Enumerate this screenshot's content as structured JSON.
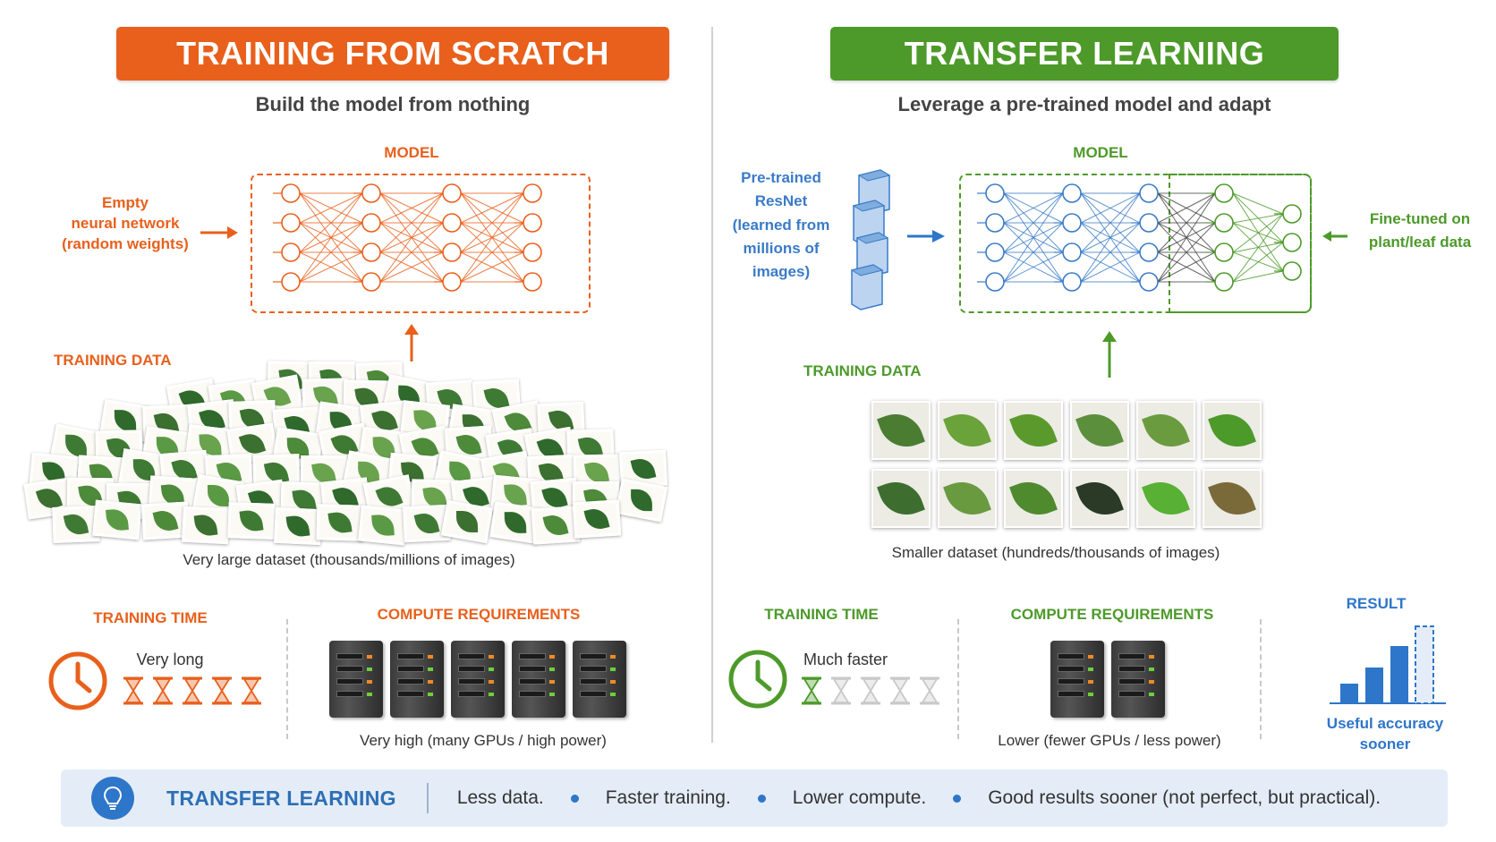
{
  "left": {
    "banner": "TRAINING FROM SCRATCH",
    "subtitle": "Build the model from nothing",
    "model_label": "MODEL",
    "empty_net_label": [
      "Empty",
      "neural network",
      "(random weights)"
    ],
    "training_data_label": "TRAINING DATA",
    "dataset_caption": "Very large dataset (thousands/millions of images)",
    "time_label": "TRAINING TIME",
    "time_value": "Very long",
    "compute_label": "COMPUTE REQUIREMENTS",
    "compute_caption": "Very high (many GPUs / high power)",
    "hourglass_active": 5,
    "hourglass_total": 5,
    "server_count": 5
  },
  "right": {
    "banner": "TRANSFER LEARNING",
    "subtitle": "Leverage a pre-trained model and adapt",
    "model_label": "MODEL",
    "pretrained_label": [
      "Pre-trained",
      "ResNet",
      "(learned from",
      "millions of",
      "images)"
    ],
    "finetuned_label": [
      "Fine-tuned on",
      "plant/leaf data"
    ],
    "training_data_label": "TRAINING DATA",
    "dataset_caption": "Smaller dataset (hundreds/thousands of images)",
    "time_label": "TRAINING TIME",
    "time_value": "Much faster",
    "compute_label": "COMPUTE REQUIREMENTS",
    "compute_caption": "Lower (fewer GPUs / less power)",
    "result_label": "RESULT",
    "result_caption": [
      "Useful accuracy",
      "sooner"
    ],
    "hourglass_active": 1,
    "hourglass_total": 5,
    "server_count": 2
  },
  "bottom": {
    "title": "TRANSFER LEARNING",
    "items": [
      "Less data.",
      "Faster training.",
      "Lower compute.",
      "Good results sooner (not perfect, but practical)."
    ]
  },
  "colors": {
    "orange": "#e8601c",
    "green": "#4d9a2a",
    "blue": "#3a7bc8",
    "dark_blue": "#2e76c9"
  },
  "icons": [
    "clock-icon",
    "hourglass-icon",
    "server-icon",
    "lightbulb-icon",
    "arrow-right-icon",
    "arrow-up-icon",
    "arrow-left-icon",
    "bar-chart-icon",
    "resnet-blocks-icon"
  ]
}
